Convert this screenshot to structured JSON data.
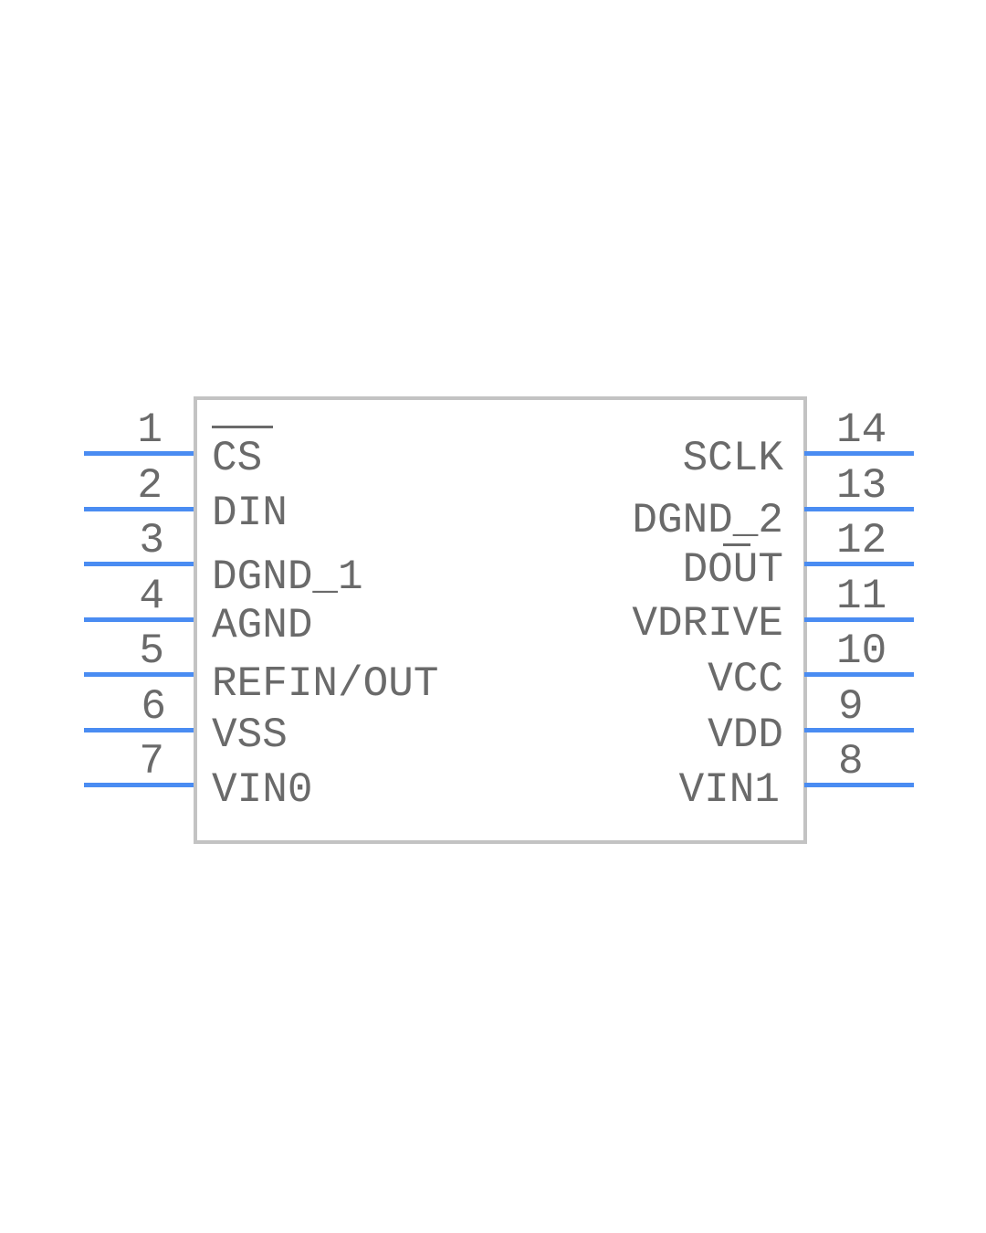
{
  "component": {
    "type": "IC schematic symbol",
    "pin_count": 14,
    "colors": {
      "pin": "#4a8cf2",
      "outline": "#c3c3c3",
      "text": "#6a6a6a"
    }
  },
  "pins": {
    "left": [
      {
        "number": "1",
        "name": "CS",
        "active_low": true
      },
      {
        "number": "2",
        "name": "DIN",
        "active_low": false
      },
      {
        "number": "3",
        "name": "DGND_1",
        "active_low": false
      },
      {
        "number": "4",
        "name": "AGND",
        "active_low": false
      },
      {
        "number": "5",
        "name": "REFIN/OUT",
        "active_low": false
      },
      {
        "number": "6",
        "name": "VSS",
        "active_low": false
      },
      {
        "number": "7",
        "name": "VIN0",
        "active_low": false
      }
    ],
    "right": [
      {
        "number": "14",
        "name": "SCLK",
        "active_low": false
      },
      {
        "number": "13",
        "name": "DGND_2",
        "active_low": false
      },
      {
        "number": "12",
        "name": "DOUT",
        "active_low": false,
        "overbar_on": "U"
      },
      {
        "number": "11",
        "name": "VDRIVE",
        "active_low": false
      },
      {
        "number": "10",
        "name": "VCC",
        "active_low": false
      },
      {
        "number": "9",
        "name": "VDD",
        "active_low": false
      },
      {
        "number": "8",
        "name": "VIN1",
        "active_low": false
      }
    ]
  }
}
